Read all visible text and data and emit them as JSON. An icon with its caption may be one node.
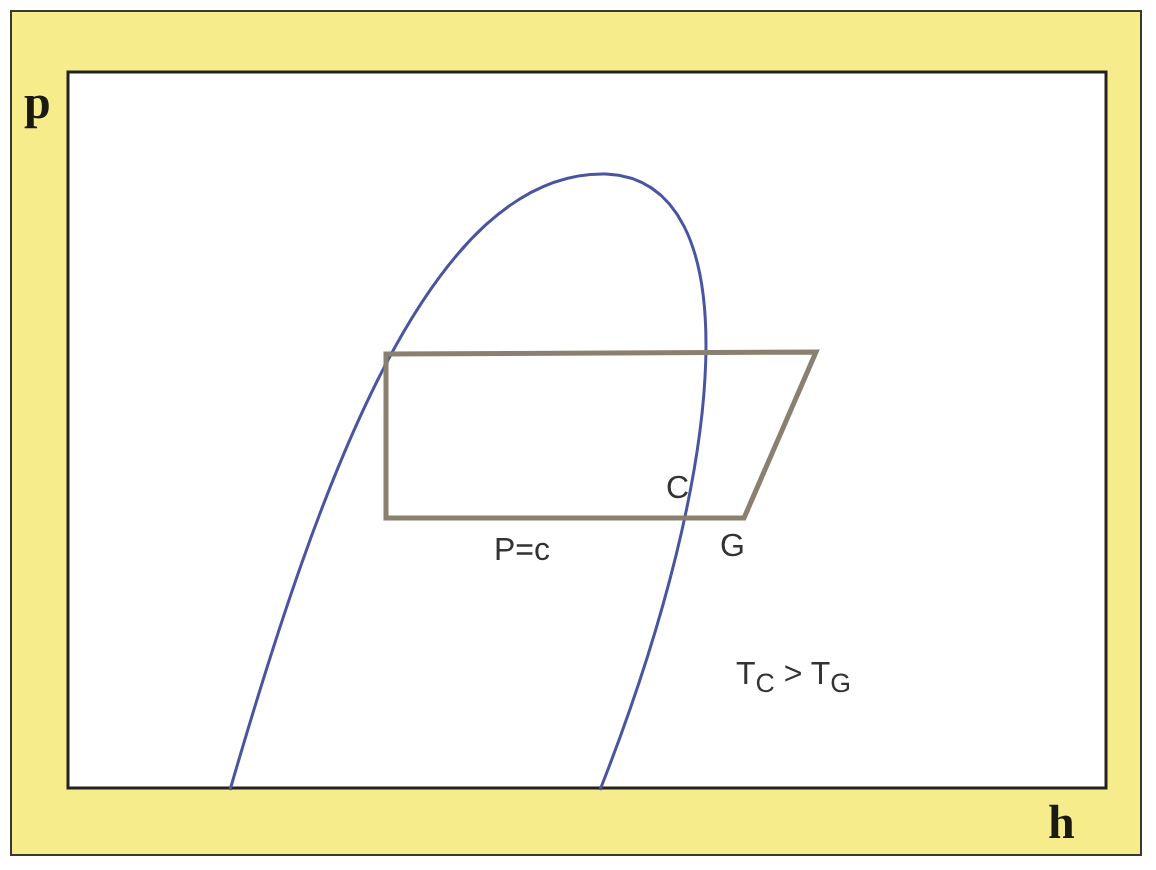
{
  "diagram": {
    "labels": [
      "p",
      "C",
      "P=c",
      "G",
      "T$_{C}$ > T$_{G}$",
      "h"
    ]
  }
}
